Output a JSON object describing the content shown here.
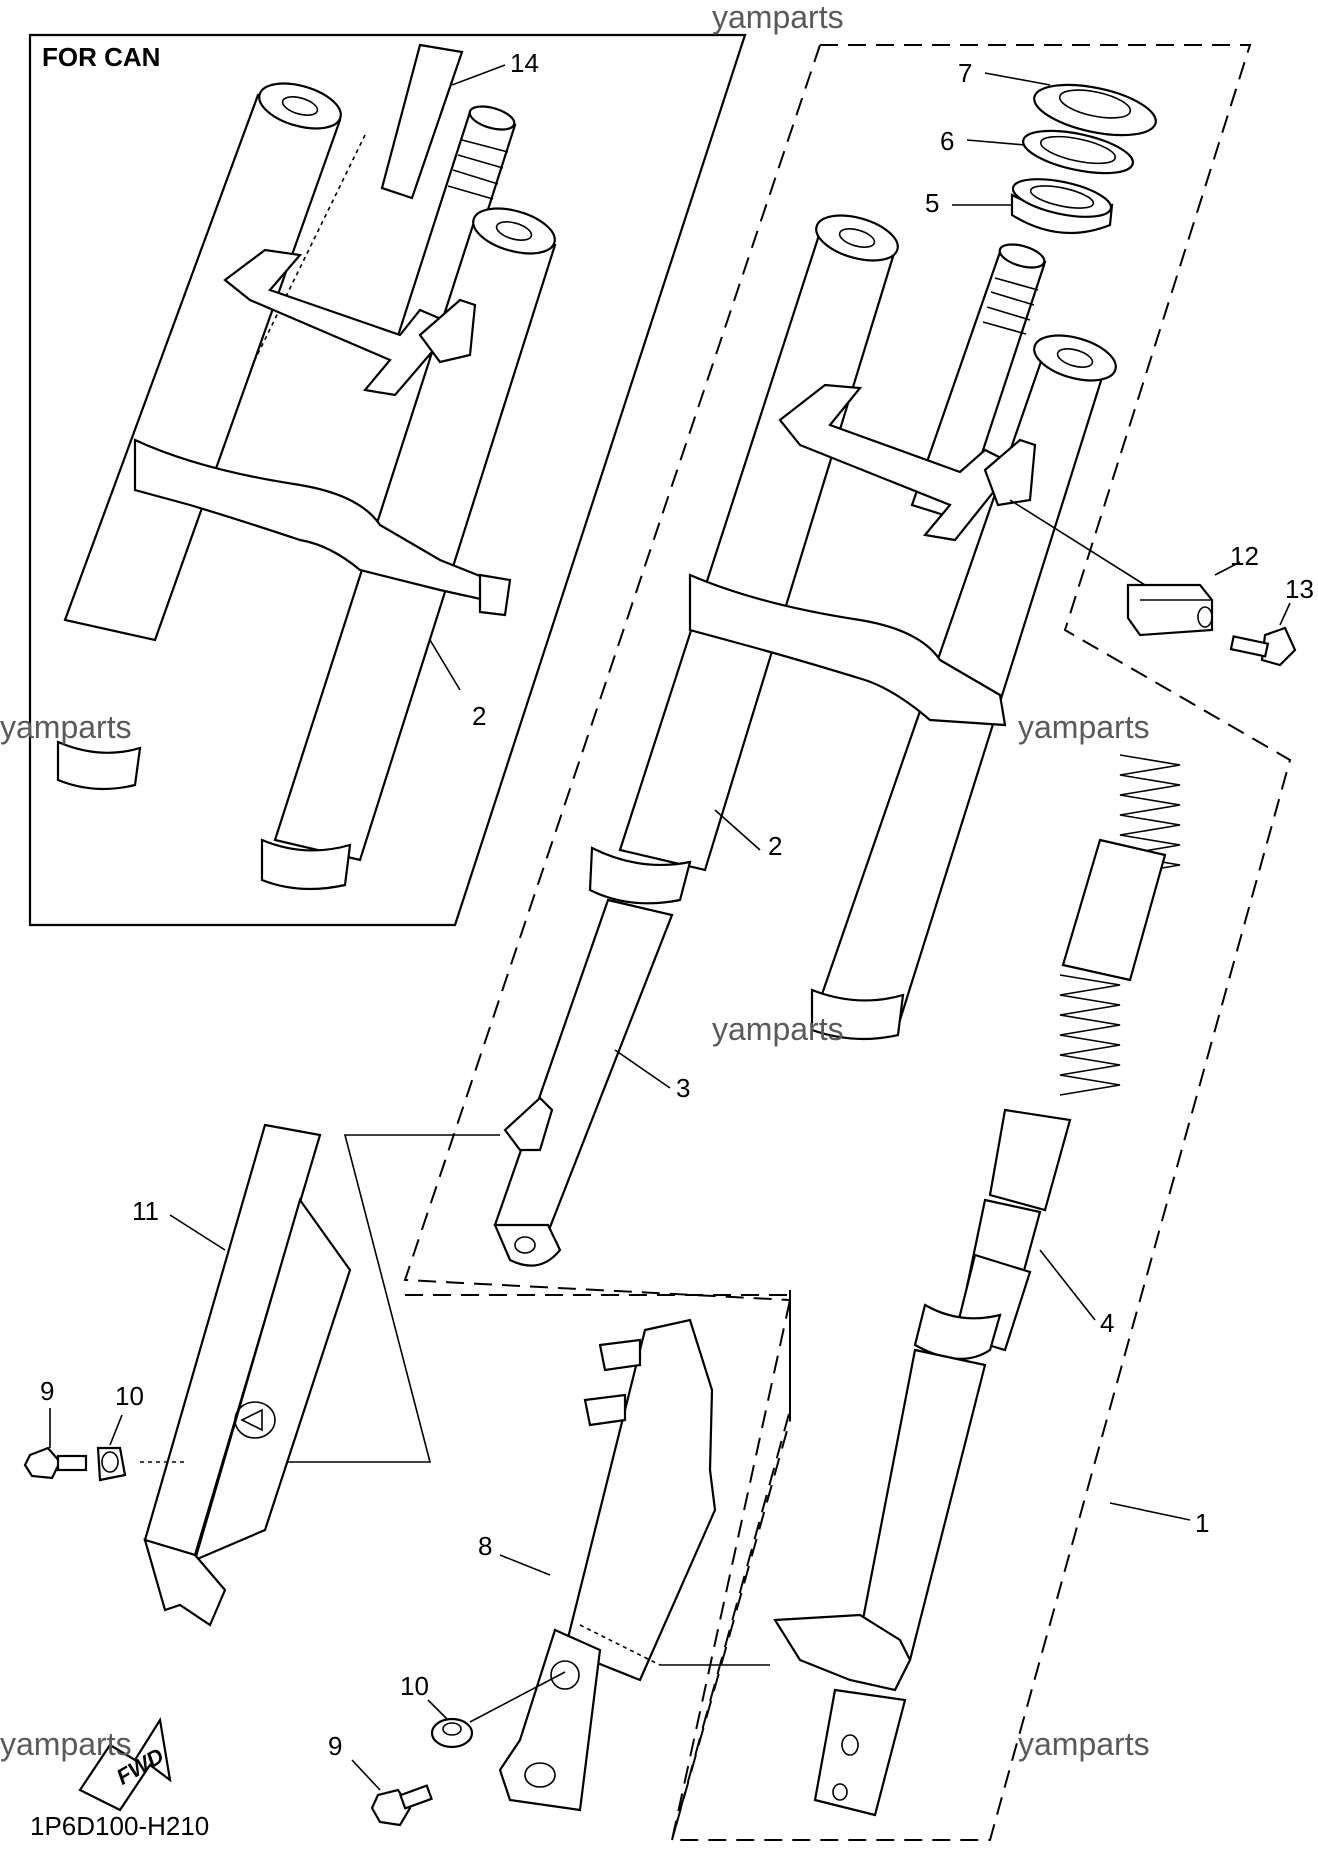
{
  "inset": {
    "title": "FOR CAN"
  },
  "callouts": {
    "c1": "1",
    "c2": "2",
    "c3": "3",
    "c4": "4",
    "c5": "5",
    "c6": "6",
    "c7": "7",
    "c8": "8",
    "c9": "9",
    "c10": "10",
    "c11": "11",
    "c12": "12",
    "c13": "13",
    "c14": "14",
    "c2_inset": "2",
    "c9_b": "9",
    "c10_b": "10"
  },
  "watermarks": {
    "w1": "yamparts",
    "w2": "yamparts",
    "w3": "yamparts",
    "w4": "yamparts",
    "w5": "yamparts",
    "w6": "yamparts"
  },
  "fwd_label": "FWD",
  "diagram_code": "1P6D100-H210",
  "icons": {
    "direction": "fwd-arrow-icon"
  }
}
